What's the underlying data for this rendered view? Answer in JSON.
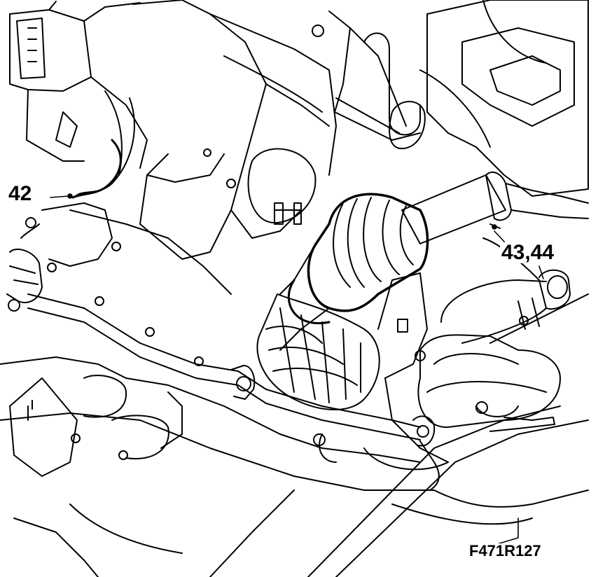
{
  "callouts": {
    "part_42": "42",
    "part_43_44": "43,44"
  },
  "figure_code": "F471R127",
  "colors": {
    "ink": "#000000",
    "paper": "#ffffff"
  }
}
